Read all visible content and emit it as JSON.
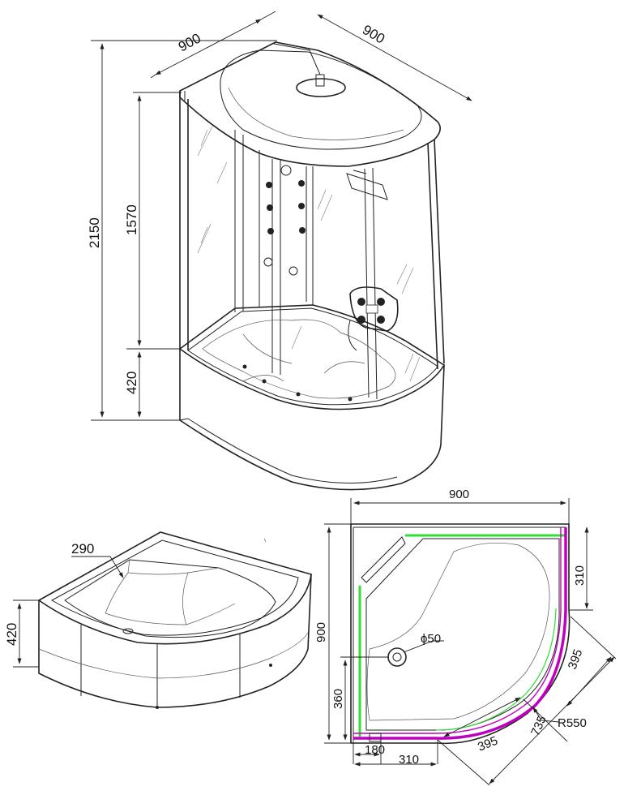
{
  "dimensions": {
    "iso_width_left": "900",
    "iso_width_right": "900",
    "total_height": "2150",
    "cabin_height": "1570",
    "tray_height": "420",
    "tray_depth": "290",
    "tray_height_small": "420",
    "plan_width": "900",
    "plan_depth": "900",
    "side_segment": "310",
    "drain_diameter": "ϕ50",
    "drain_offset_y": "360",
    "bottom_segment_a": "180",
    "bottom_segment_b": "310",
    "door_width": "395",
    "door_width_diag": "395",
    "diagonal": "735",
    "radius": "R550"
  },
  "colors": {
    "frame_magenta": "#c000c0",
    "frame_green": "#33dd33",
    "line": "#222222"
  }
}
